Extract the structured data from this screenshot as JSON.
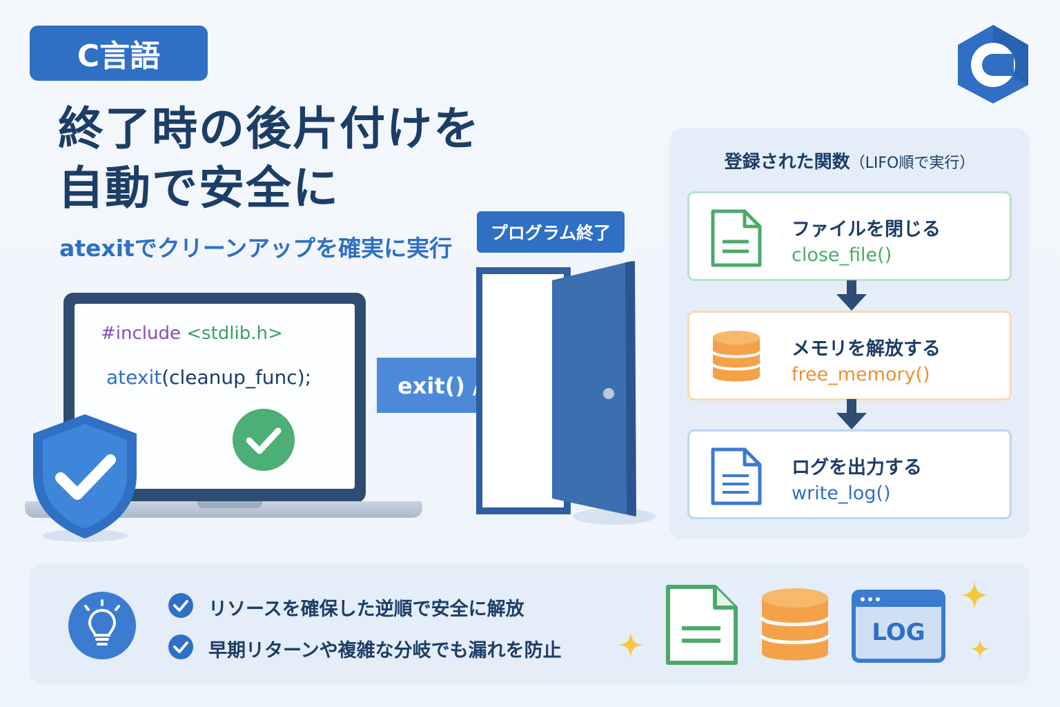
{
  "header": {
    "badge": "C言語",
    "title_line1": "終了時の後片付けを",
    "title_line2": "自動で安全に",
    "subtitle": "atexitでクリーンアップを確実に実行"
  },
  "code": {
    "include_kw": "#include",
    "include_hdr": "<stdlib.h>",
    "call_fn": "atexit",
    "call_args": "(cleanup_func);"
  },
  "flow": {
    "arrow_label": "exit() / return",
    "door_tag": "プログラム終了"
  },
  "registered": {
    "title": "登録された関数",
    "title_note": "（LIFO順で実行）",
    "items": [
      {
        "label": "ファイルを閉じる",
        "fn": "close_file()",
        "icon": "file-icon"
      },
      {
        "label": "メモリを解放する",
        "fn": "free_memory()",
        "icon": "database-icon"
      },
      {
        "label": "ログを出力する",
        "fn": "write_log()",
        "icon": "document-icon"
      }
    ]
  },
  "tips": {
    "items": [
      "リソースを確保した逆順で安全に解放",
      "早期リターンや複雑な分岐でも漏れを防止"
    ],
    "log_label": "LOG"
  },
  "colors": {
    "primary": "#2f6fc4",
    "navy": "#1c3d66",
    "green": "#4ca96b",
    "orange": "#ef8f2e",
    "panel": "#e4edf8"
  }
}
